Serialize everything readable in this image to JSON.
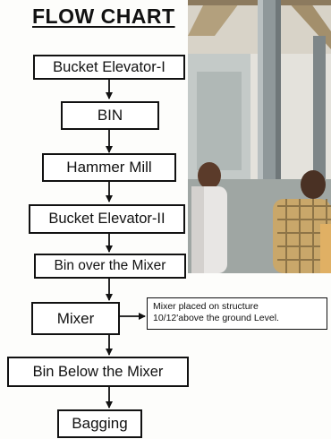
{
  "title": "FLOW CHART",
  "steps": [
    {
      "label": "Bucket Elevator-I"
    },
    {
      "label": "BIN"
    },
    {
      "label": "Hammer Mill"
    },
    {
      "label": "Bucket Elevator-II"
    },
    {
      "label": "Bin over the Mixer"
    },
    {
      "label": "Mixer"
    },
    {
      "label": "Bin Below the Mixer"
    },
    {
      "label": "Bagging"
    }
  ],
  "note": {
    "line1": "Mixer placed on structure",
    "line2": "10/12'above the ground Level."
  },
  "colors": {
    "ink": "#111111",
    "box_fill": "#ffffff",
    "photo_steel": "#9aa3a6",
    "photo_shirt_check": "#c9a76a",
    "photo_skin": "#8a5a40"
  },
  "photo": {
    "subject": "workers beside mill machinery"
  }
}
